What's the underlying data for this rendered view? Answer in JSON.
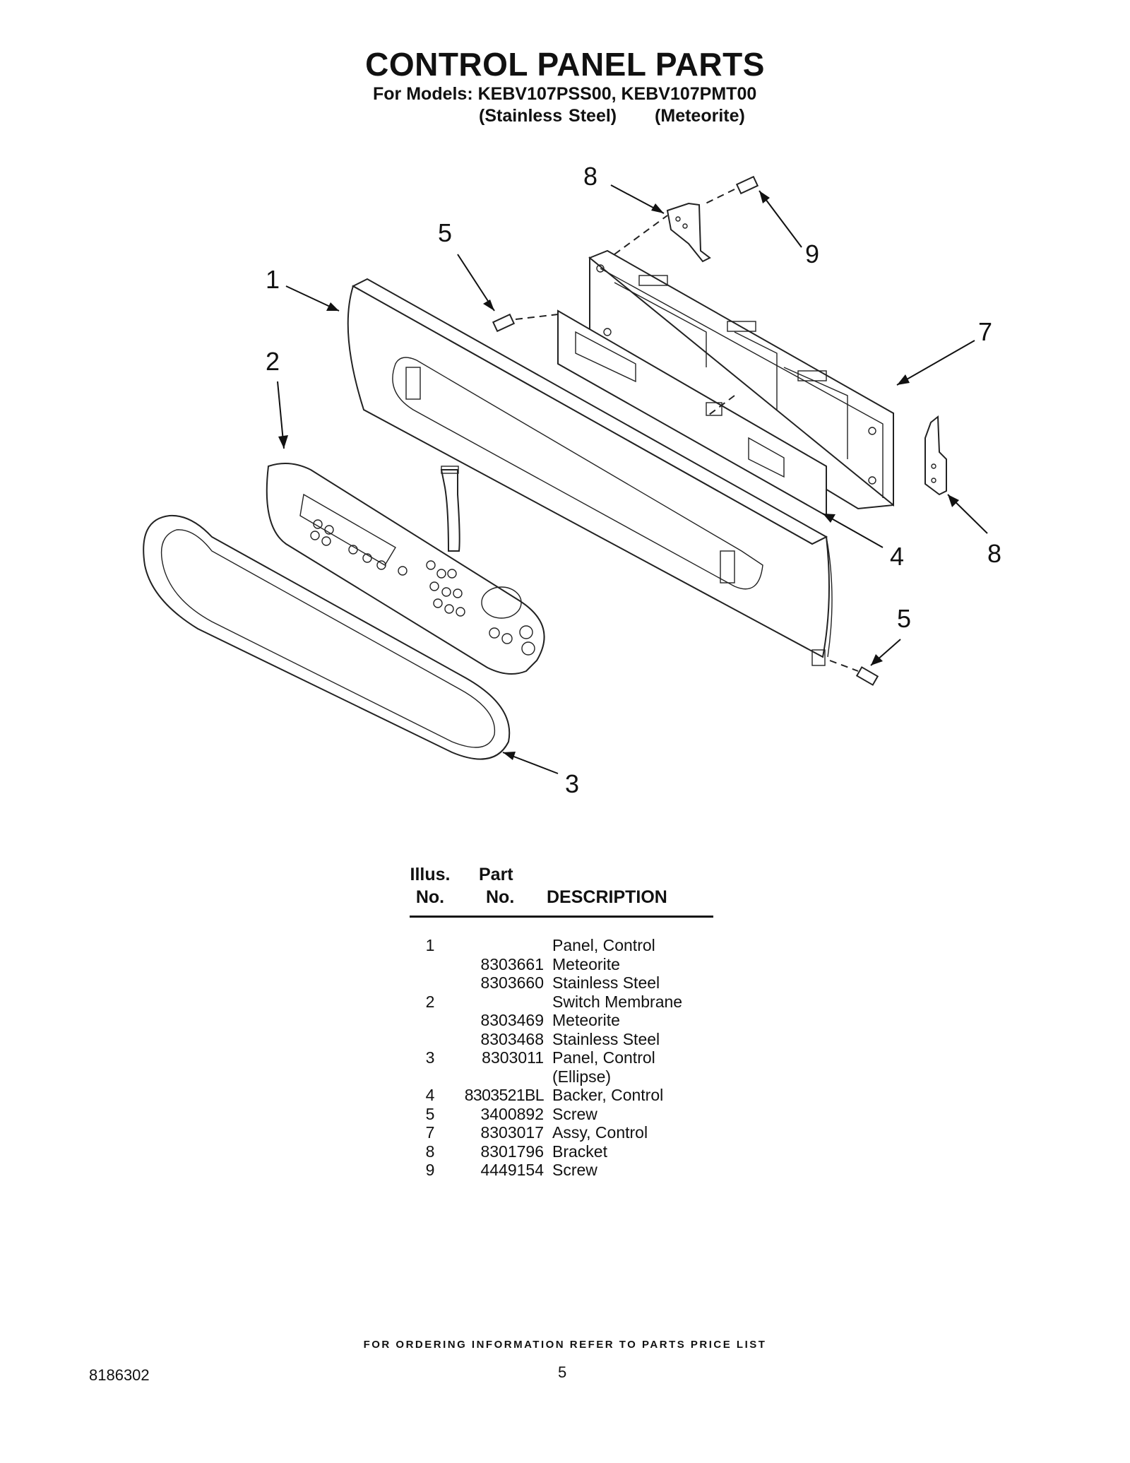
{
  "title": "CONTROL PANEL PARTS",
  "models_line": "For Models: KEBV107PSS00, KEBV107PMT00",
  "finish_1": "(Stainless Steel)",
  "finish_2": "(Meteorite)",
  "callouts": {
    "c8a": "8",
    "c9": "9",
    "c5a": "5",
    "c1": "1",
    "c7": "7",
    "c2": "2",
    "c4": "4",
    "c8b": "8",
    "c5b": "5",
    "c3": "3"
  },
  "table": {
    "header_illus_1": "Illus.",
    "header_illus_2": "No.",
    "header_part_1": "Part",
    "header_part_2": "No.",
    "header_desc": "DESCRIPTION",
    "rows": [
      {
        "illus": "1",
        "part": "",
        "desc": "Panel, Control"
      },
      {
        "illus": "",
        "part": "8303661",
        "desc": "Meteorite"
      },
      {
        "illus": "",
        "part": "8303660",
        "desc": "Stainless Steel"
      },
      {
        "illus": "2",
        "part": "",
        "desc": "Switch Membrane"
      },
      {
        "illus": "",
        "part": "8303469",
        "desc": "Meteorite"
      },
      {
        "illus": "",
        "part": "8303468",
        "desc": "Stainless Steel"
      },
      {
        "illus": "3",
        "part": "8303011",
        "desc": "Panel, Control"
      },
      {
        "illus": "",
        "part": "",
        "desc": "(Ellipse)"
      },
      {
        "illus": "4",
        "part": "8303521BL",
        "desc": "Backer, Control"
      },
      {
        "illus": "5",
        "part": "3400892",
        "desc": "Screw"
      },
      {
        "illus": "7",
        "part": "8303017",
        "desc": "Assy, Control"
      },
      {
        "illus": "8",
        "part": "8301796",
        "desc": "Bracket"
      },
      {
        "illus": "9",
        "part": "4449154",
        "desc": "Screw"
      }
    ]
  },
  "footer_note": "FOR ORDERING INFORMATION REFER TO PARTS PRICE LIST",
  "doc_number": "8186302",
  "page_number": "5"
}
